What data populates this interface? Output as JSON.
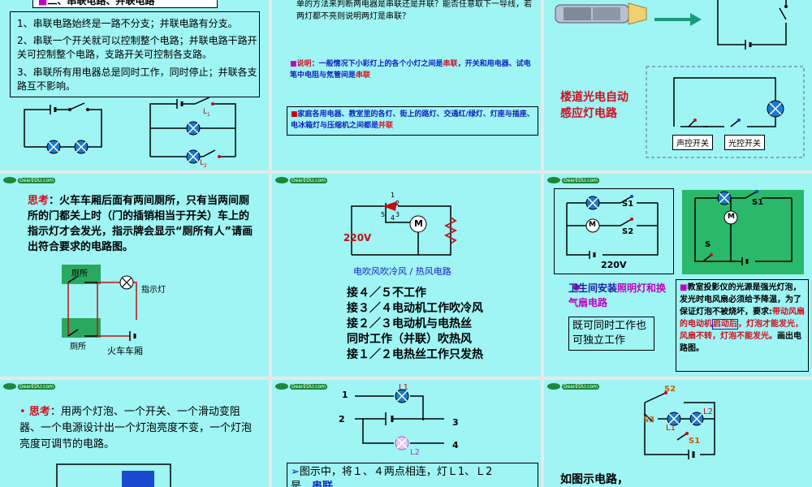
{
  "slide1": {
    "title": "二、串联电路、并联电路",
    "p1": "1、串联电路始终是一路不分支；并联电路有分支。",
    "p2": "2、串联一个开关就可以控制整个电路；并联电路干路开关可控制整个电路，支路开关可控制各支路。",
    "p3": "3、串联所有用电器总是同时工作，同时停止；并联各支路互不影响。",
    "l1": "L",
    "l1sub": "1",
    "l2": "L",
    "l2sub": "2"
  },
  "slide2": {
    "top": "单的方法来判断两电器是串联还是并联？能否任意取下一导线，若两灯都不亮则说明两灯是串联？",
    "note_label": "说明",
    "note": "：一般情况下小彩灯上的各个小灯之间是",
    "note_mid": "串联",
    "note2": "，开关和用电器、试电笔中电阻与氖管间是",
    "note_end": "串联",
    "box_text": "家庭各用电器、教室里的各灯、街上的路灯、交通红/绿灯、灯座与插座、电冰箱灯与压缩机之间都是",
    "box_end": "并联"
  },
  "slide3": {
    "caption": "楼道光电自动感应灯电路",
    "sound": "声控开关",
    "light": "光控开关"
  },
  "slide4": {
    "think": "思考",
    "q": "：火车车厢后面有两间厕所，只有当两间厕所的门都关上时（门的插销相当于开关）车上的指示灯才会发光，指示牌会显示“厕所有人”请画出符合要求的电路图。",
    "wc1": "厕所",
    "wc2": "厕所",
    "lamp": "指示灯",
    "train": "火车车厢"
  },
  "slide5": {
    "voltage": "220V",
    "caption": "电吹风吹冷风 / 热风电路",
    "lines": [
      "接４／５不工作",
      "接３／４电动机工作吹冷风",
      "接２／３电动机与电热丝",
      "同时工作（并联）吹热风",
      "接１／２电热丝工作只发热"
    ],
    "n1": "1",
    "n2": "2",
    "n3": "3",
    "n4": "4",
    "n5": "5",
    "motor": "M"
  },
  "slide6": {
    "voltage": "220V",
    "s1": "S1",
    "s2": "S2",
    "motor": "M",
    "bath_a": "卫生间安装",
    "bath_b": "照明灯和换气扇电路",
    "box": "既可同时工作也可独立工作",
    "s1b": "S1",
    "sb": "S",
    "proj_a": "教室投影仪的光源是强光灯泡，发光时电风扇必须给予降温，为了保证灯泡不被烧坏，要求:",
    "proj_b": "带动风扇的电动机",
    "proj_c": "启动后",
    "proj_d": "，灯泡才能发光，风扇不转，灯泡不能发光。",
    "proj_e": "画出电路图。"
  },
  "slide7": {
    "think": "思考",
    "q": "：用两个灯泡、一个开关、一个滑动变阻器、一个电源设计出一个灯泡亮度不变，一个灯泡亮度可调节的电路。"
  },
  "slide8": {
    "n1": "1",
    "n2": "2",
    "n3": "3",
    "n4": "4",
    "l1": "L1",
    "l2": "L2",
    "t1": "图示中，将１、４两点相连，灯Ｌ1、Ｌ2",
    "t2": "是",
    "t3": "串联"
  },
  "slide9": {
    "s2": "S2",
    "s3": "S3",
    "s1": "S1",
    "l1": "L1",
    "l2": "L2",
    "text": "如图示电路，"
  },
  "logo_text": "DearEDU.com"
}
